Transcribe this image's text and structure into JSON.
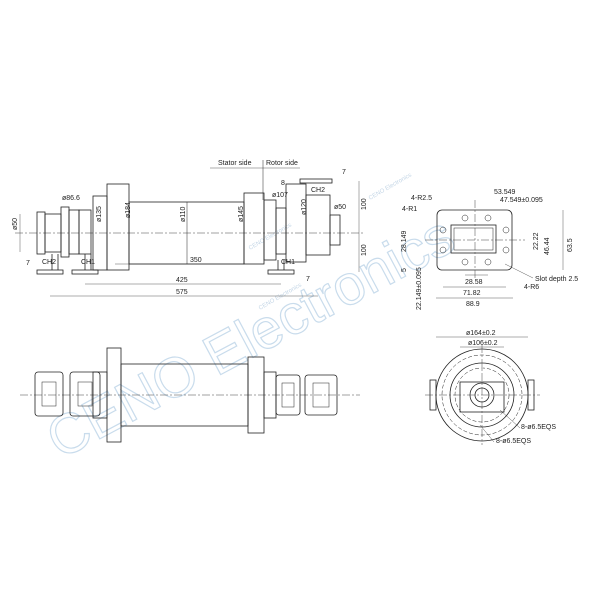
{
  "watermark": {
    "main": "CENO Electronics",
    "small": "CENO Electronics"
  },
  "side_view": {
    "stator_side": "Stator side",
    "rotor_side": "Rotor side",
    "dims": {
      "d50_left": "ø50",
      "d86_6": "ø86.6",
      "d135": "ø135",
      "d184": "ø184",
      "d110": "ø110",
      "d145": "ø145",
      "d107": "ø107",
      "d120": "ø120",
      "d50_right": "ø50",
      "l350": "350",
      "l425": "425",
      "l575": "575",
      "h100_top": "100",
      "h100_bottom": "100",
      "t7_left": "7",
      "t7_right": "7",
      "t7_top": "7",
      "t8": "8",
      "ch1_left": "CH1",
      "ch2_left": "CH2",
      "ch1_right": "CH1",
      "ch2_right": "CH2"
    }
  },
  "flange_view": {
    "r2_5": "4-R2.5",
    "r1": "4-R1",
    "w53": "53.549",
    "w47": "47.549±0.095",
    "h22_22": "22.22",
    "h46_44": "46.44",
    "h63_5": "63.5",
    "h28_149": "28.149",
    "h5": "5",
    "h22_149": "22.149±0.095",
    "w28_58": "28.58",
    "w71_82": "71.82",
    "w88_9": "88.9",
    "slot": "Slot depth 2.5",
    "r6": "4-R6"
  },
  "end_view": {
    "d164": "ø164±0.2",
    "d106": "ø106±0.2",
    "holes1": "8-ø6.5EQS",
    "holes2": "8-ø6.5EQS"
  }
}
